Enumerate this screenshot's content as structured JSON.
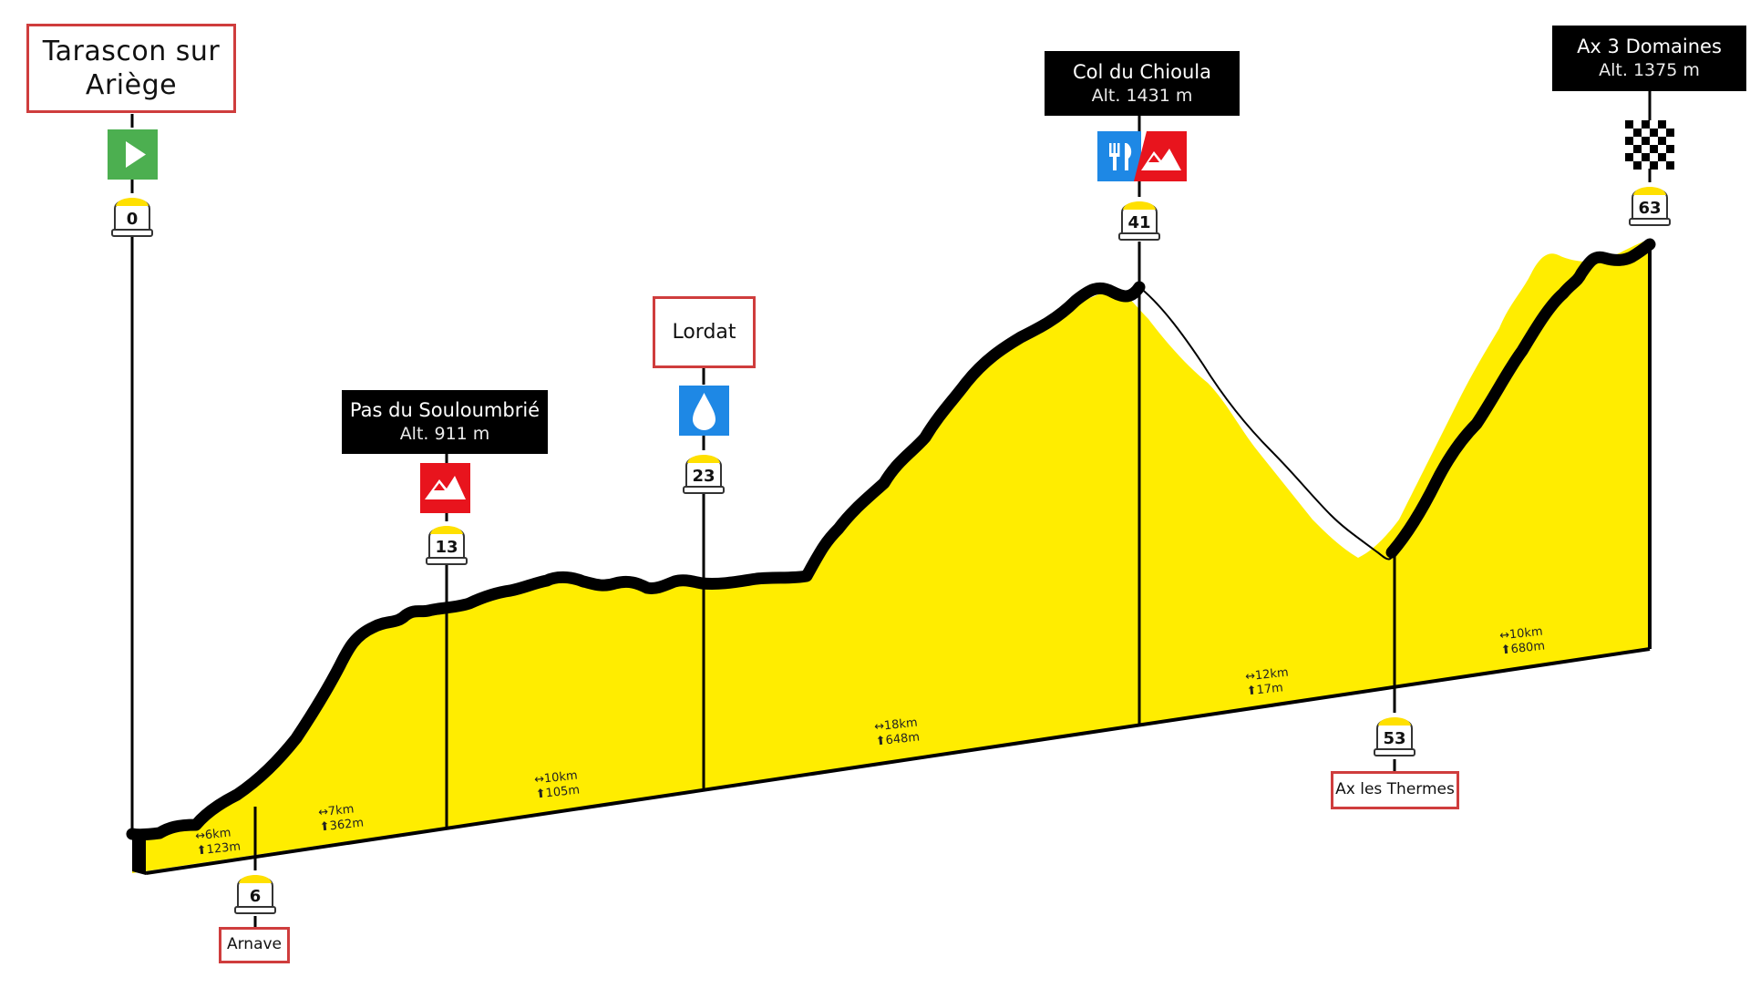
{
  "colors": {
    "profile_fill": "#ffed00",
    "road": "#000000",
    "town_border": "#cf3d3d",
    "start": "#4caf50",
    "climb": "#e8141d",
    "water": "#1e88e5",
    "food": "#1e88e5",
    "marker_cap": "#ffe000"
  },
  "places": {
    "start": "Tarascon sur Ariège",
    "arnave": "Arnave",
    "lordat": "Lordat",
    "ax_thermes": "Ax les Thermes"
  },
  "passes": {
    "souloumbrie": {
      "name": "Pas du Souloumbrié",
      "alt": "Alt. 911 m"
    },
    "chioula": {
      "name": "Col du Chioula",
      "alt": "Alt. 1431 m"
    },
    "finish": {
      "name": "Ax 3 Domaines",
      "alt": "Alt. 1375 m"
    }
  },
  "km_markers": [
    "0",
    "6",
    "13",
    "23",
    "41",
    "53",
    "63"
  ],
  "segments": [
    {
      "dist": "↔6km",
      "gain": "⬆123m"
    },
    {
      "dist": "↔7km",
      "gain": "⬆362m"
    },
    {
      "dist": "↔10km",
      "gain": "⬆105m"
    },
    {
      "dist": "↔18km",
      "gain": "⬆648m"
    },
    {
      "dist": "↔12km",
      "gain": "⬆17m"
    },
    {
      "dist": "↔10km",
      "gain": "⬆680m"
    }
  ],
  "icons": {
    "start": "play-icon",
    "souloumbrie": "mountain-icon",
    "lordat": "water-drop-icon",
    "chioula": [
      "food-icon",
      "mountain-icon"
    ],
    "finish": "checkered-flag-icon"
  }
}
